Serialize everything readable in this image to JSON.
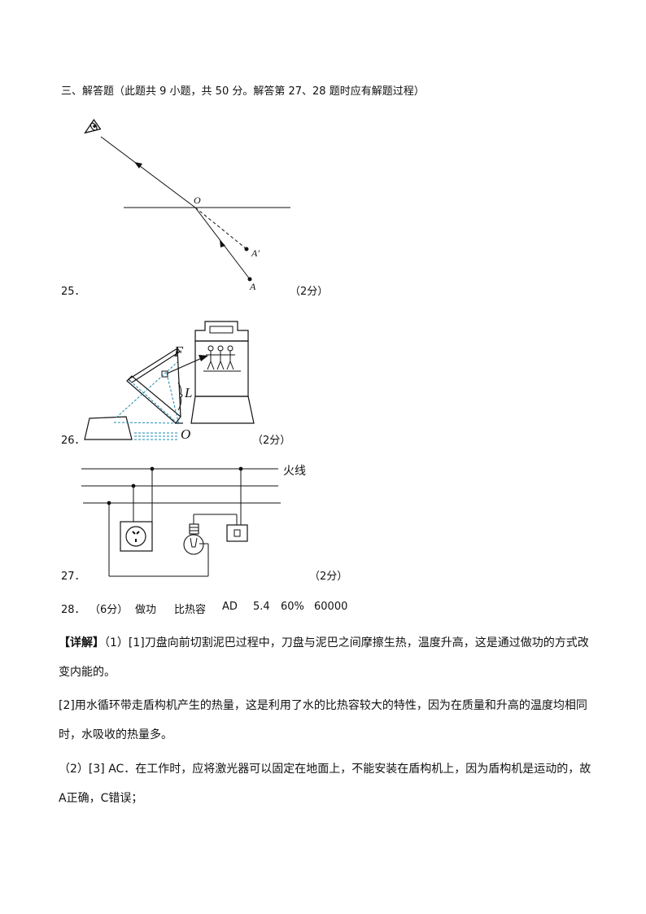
{
  "section_header": "三、解答题（此题共 9 小题，共 50 分。解答第 27、28 题时应有解题过程）",
  "q25": {
    "number": "25．",
    "score": "（2分）",
    "labels": {
      "o": "O",
      "a_prime": "A′",
      "a": "A"
    }
  },
  "q26": {
    "number": "26．",
    "score": "（2分）",
    "labels": {
      "f": "F",
      "l": "L",
      "o": "O"
    }
  },
  "q27": {
    "number": "27．",
    "score": "（2分）",
    "labels": {
      "live_wire": "火线"
    }
  },
  "q28": {
    "number": "28．",
    "score": "（6分）",
    "answers": [
      "做功",
      "比热容",
      "AD",
      "5.4",
      "60%",
      "60000"
    ]
  },
  "detail": {
    "title": "【详解】",
    "p1": "（1）[1]刀盘向前切割泥巴过程中，刀盘与泥巴之间摩擦生热，温度升高，这是通过做功的方式改变内能的。",
    "p2": "[2]用水循环带走盾构机产生的热量，这是利用了水的比热容较大的特性，因为在质量和升高的温度均相同时，水吸收的热量多。",
    "p3": "（2）[3] AC．在工作时，应将激光器可以固定在地面上，不能安装在盾构机上，因为盾构机是运动的，故A正确，C错误；"
  }
}
